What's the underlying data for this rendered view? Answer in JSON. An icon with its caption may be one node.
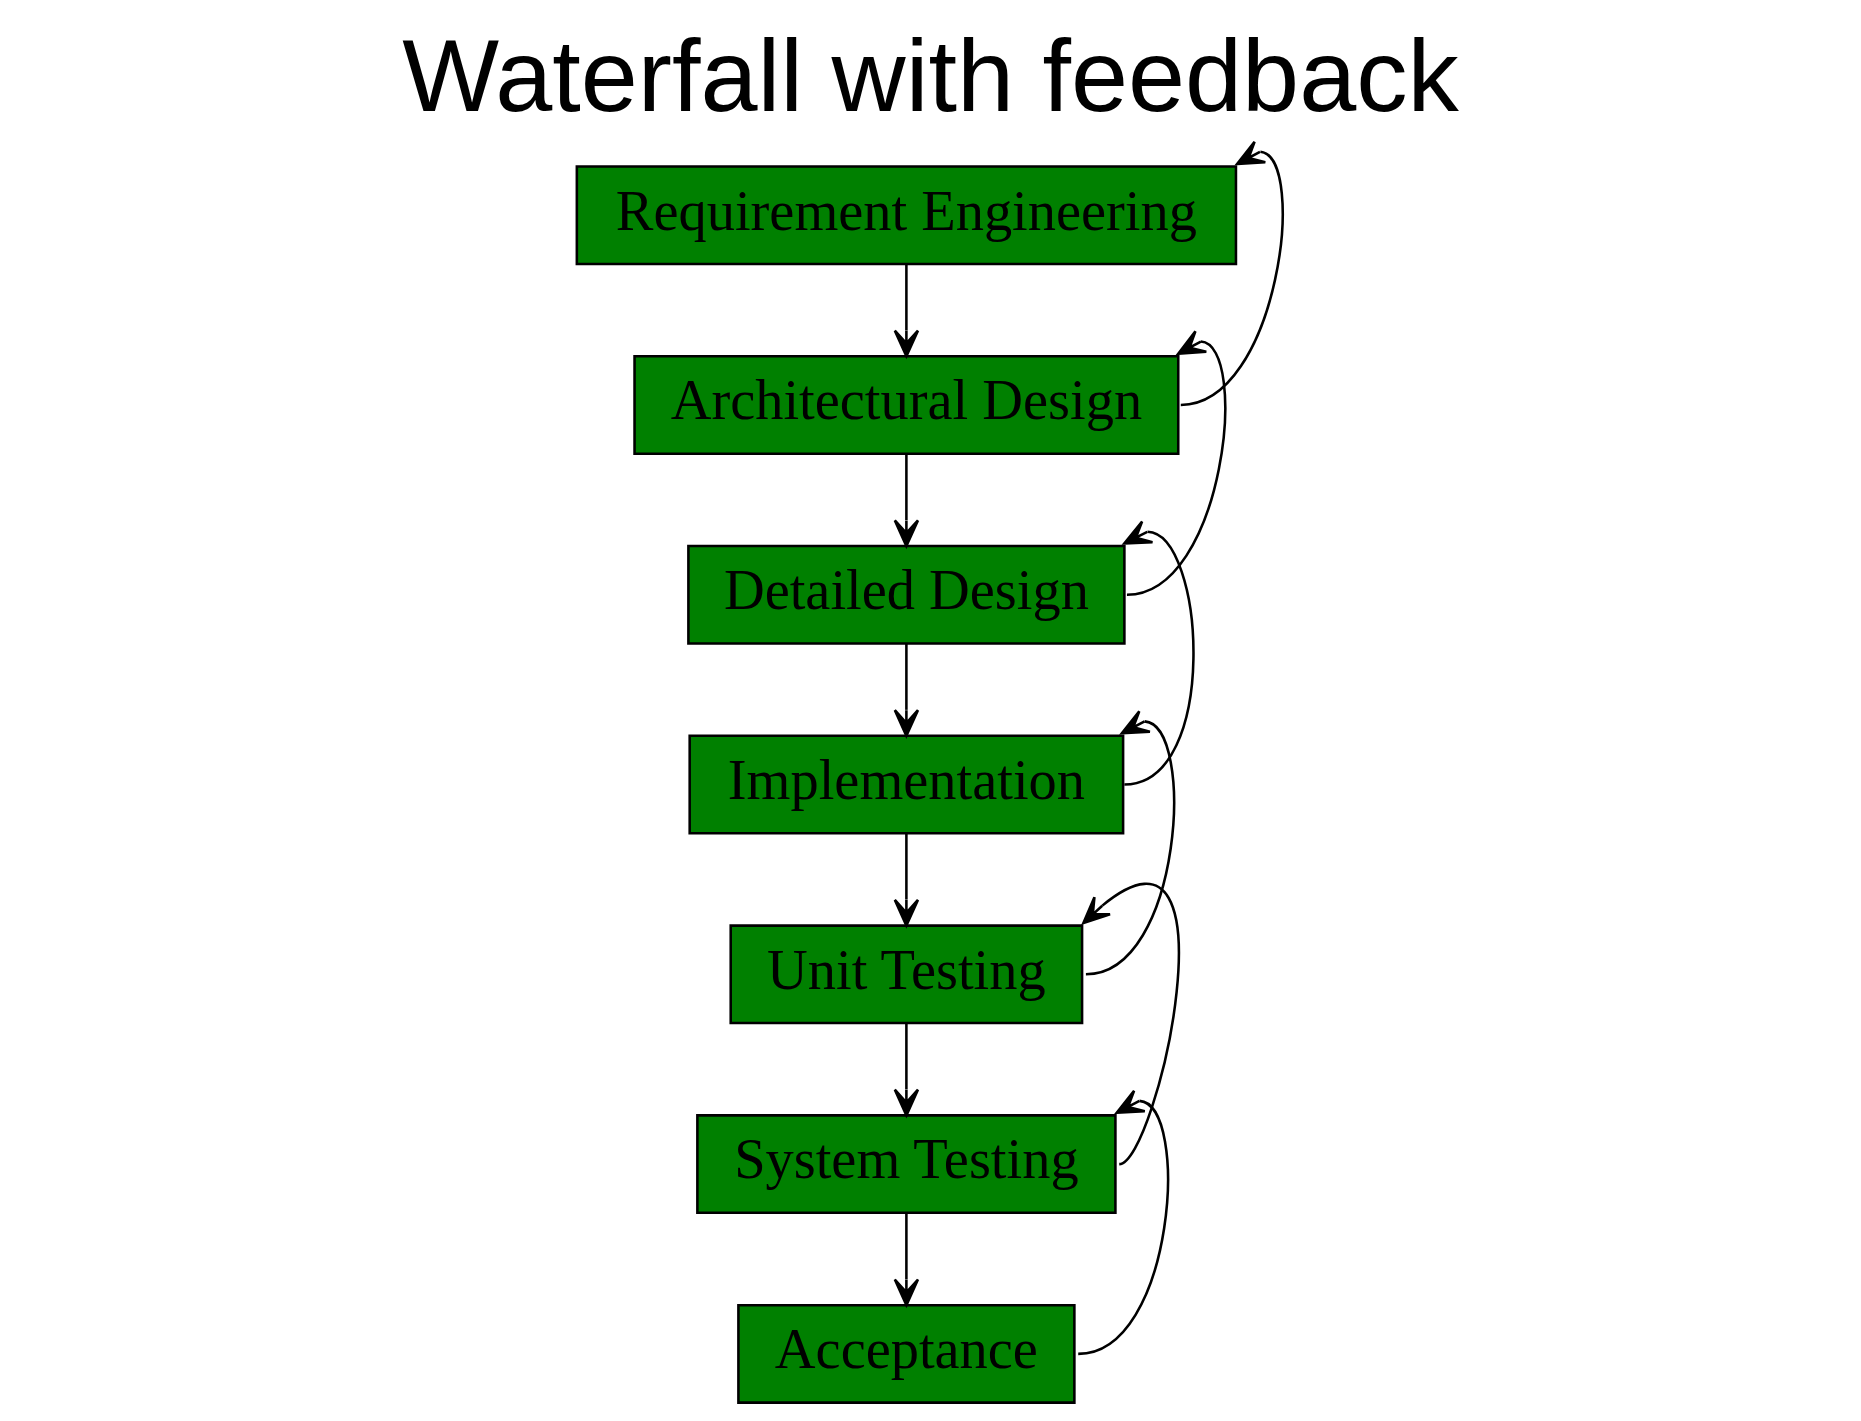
{
  "diagram": {
    "title": "Waterfall with feedback",
    "nodes": [
      {
        "text": [
          "Requirement Engineering"
        ]
      },
      {
        "text": [
          "Architectural Design"
        ]
      },
      {
        "text": [
          "Detailed Design"
        ]
      },
      {
        "text": [
          "Implementation"
        ]
      },
      {
        "text": [
          "Unit Testing"
        ]
      },
      {
        "text": [
          "System Testing"
        ]
      },
      {
        "text": [
          "Acceptance"
        ]
      }
    ],
    "edges": [
      {
        "from": 0,
        "to": 1,
        "arrow": "to"
      },
      {
        "from": 1,
        "to": 0,
        "arrow": "to"
      },
      {
        "from": 1,
        "to": 2,
        "arrow": "to"
      },
      {
        "from": 2,
        "to": 1,
        "arrow": "to"
      },
      {
        "from": 2,
        "to": 3,
        "arrow": "to"
      },
      {
        "from": 3,
        "to": 2,
        "arrow": "to"
      },
      {
        "from": 3,
        "to": 4,
        "arrow": "to"
      },
      {
        "from": 4,
        "to": 3,
        "arrow": "to"
      },
      {
        "from": 4,
        "to": 5,
        "arrow": "to"
      },
      {
        "from": 5,
        "to": 4,
        "arrow": "to"
      },
      {
        "from": 5,
        "to": 6,
        "arrow": "to"
      },
      {
        "from": 6,
        "to": 5,
        "arrow": "to"
      }
    ]
  }
}
